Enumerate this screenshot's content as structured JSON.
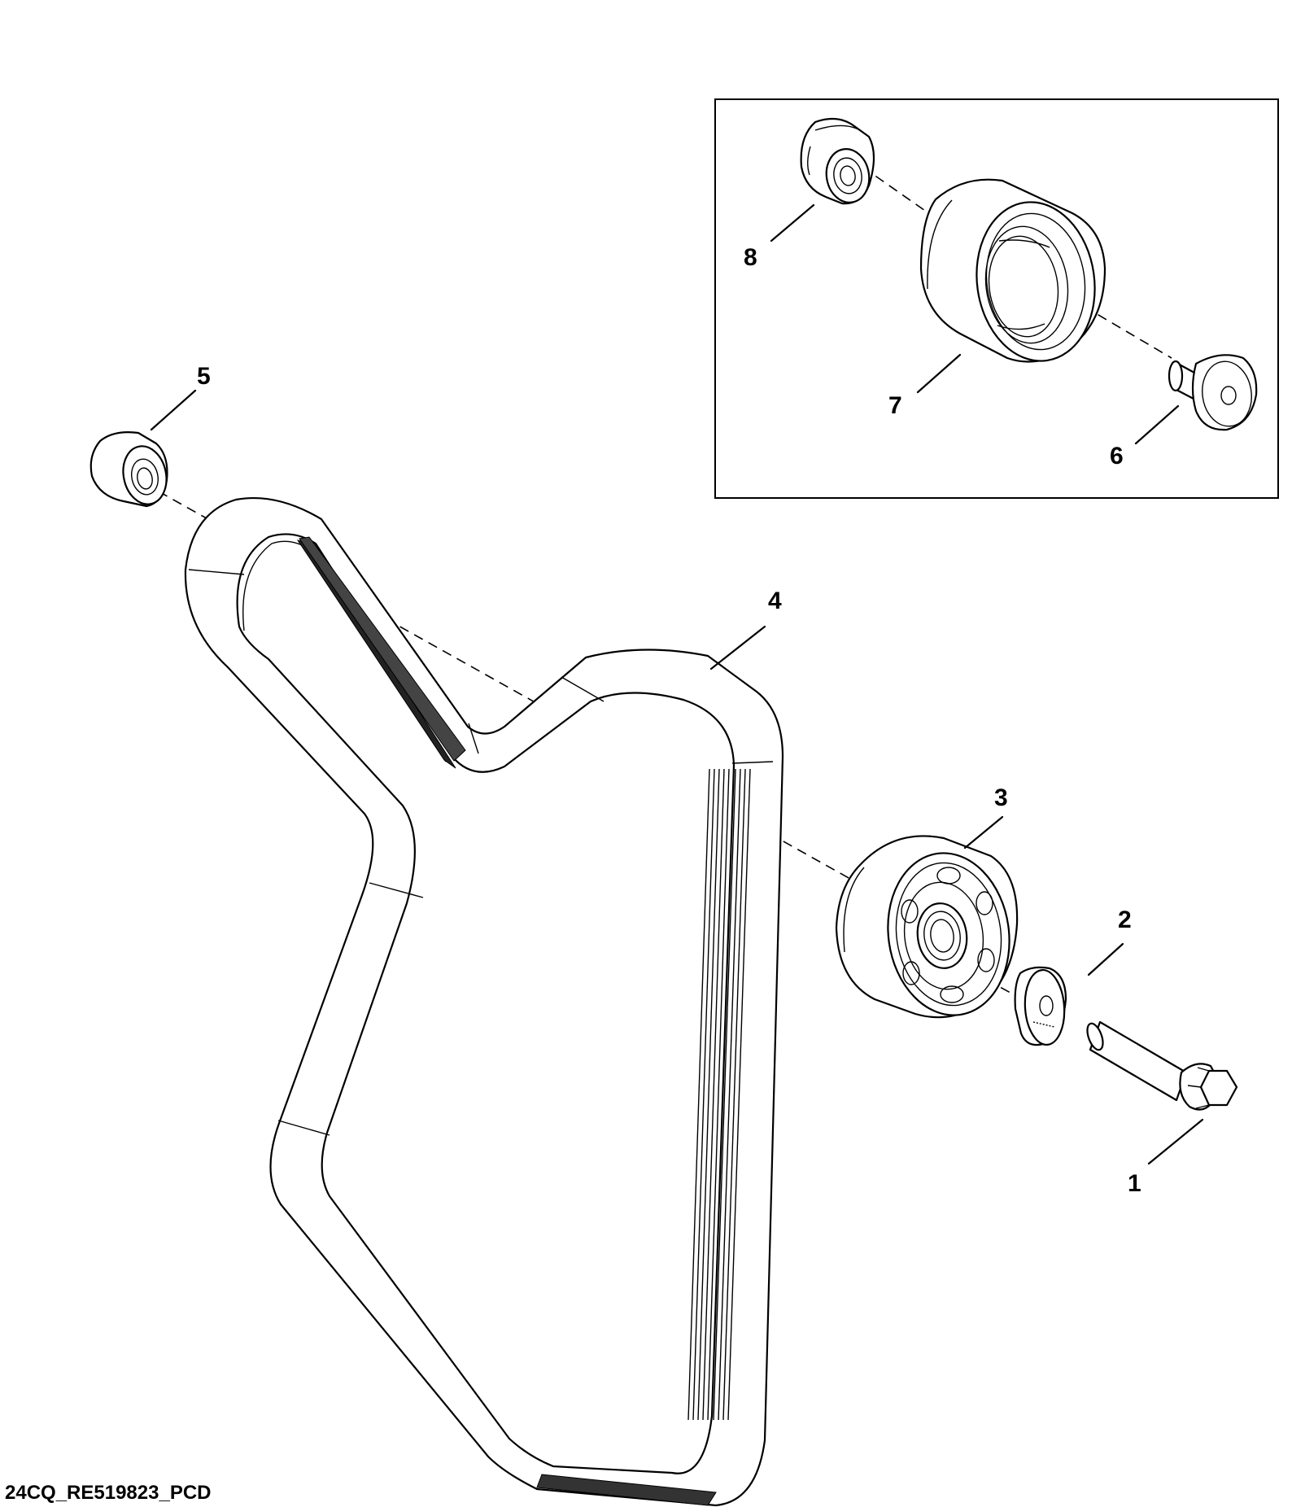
{
  "callouts": {
    "c1": "1",
    "c2": "2",
    "c3": "3",
    "c4": "4",
    "c5": "5",
    "c6": "6",
    "c7": "7",
    "c8": "8"
  },
  "drawing_code": "24CQ_RE519823_PCD"
}
